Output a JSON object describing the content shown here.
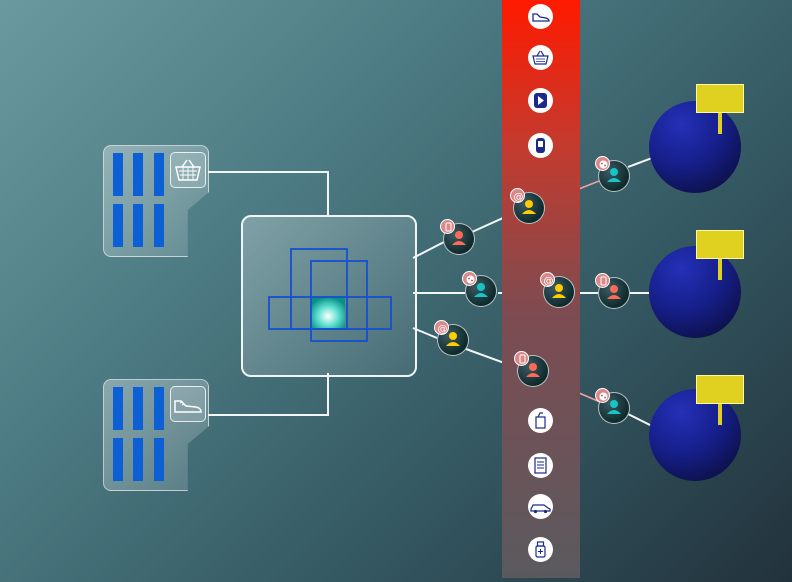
{
  "colors": {
    "accent_blue": "#0d5fd6",
    "band_top": "#ff1a00",
    "band_bottom": "#5a5a5e",
    "billboard": "#e0d020",
    "globe": "#161f8a",
    "node_badge": "#d88a8a"
  },
  "sources": [
    {
      "icon": "basket-icon"
    },
    {
      "icon": "sneaker-icon"
    }
  ],
  "hub": {
    "icon": "overlapping-squares-icon"
  },
  "band_icons_top": [
    "sneaker-icon",
    "basket-icon",
    "play-icon",
    "tracker-icon"
  ],
  "band_icons_bottom": [
    "snack-icon",
    "document-icon",
    "car-icon",
    "medicine-bottle-icon"
  ],
  "user_nodes": [
    {
      "channel": "mobile",
      "person_color": "#ff6a55"
    },
    {
      "channel": "email",
      "person_color": "#ffcc00"
    },
    {
      "channel": "cookie",
      "person_color": "#18c4c4"
    },
    {
      "channel": "cookie",
      "person_color": "#18c4c4"
    },
    {
      "channel": "email",
      "person_color": "#ffcc00"
    },
    {
      "channel": "mobile",
      "person_color": "#ff6a55"
    },
    {
      "channel": "email",
      "person_color": "#ffcc00"
    },
    {
      "channel": "mobile",
      "person_color": "#ff6a55"
    },
    {
      "channel": "cookie",
      "person_color": "#18c4c4"
    }
  ],
  "destinations": [
    {
      "icon": "billboard-icon"
    },
    {
      "icon": "billboard-icon"
    },
    {
      "icon": "billboard-icon"
    }
  ]
}
